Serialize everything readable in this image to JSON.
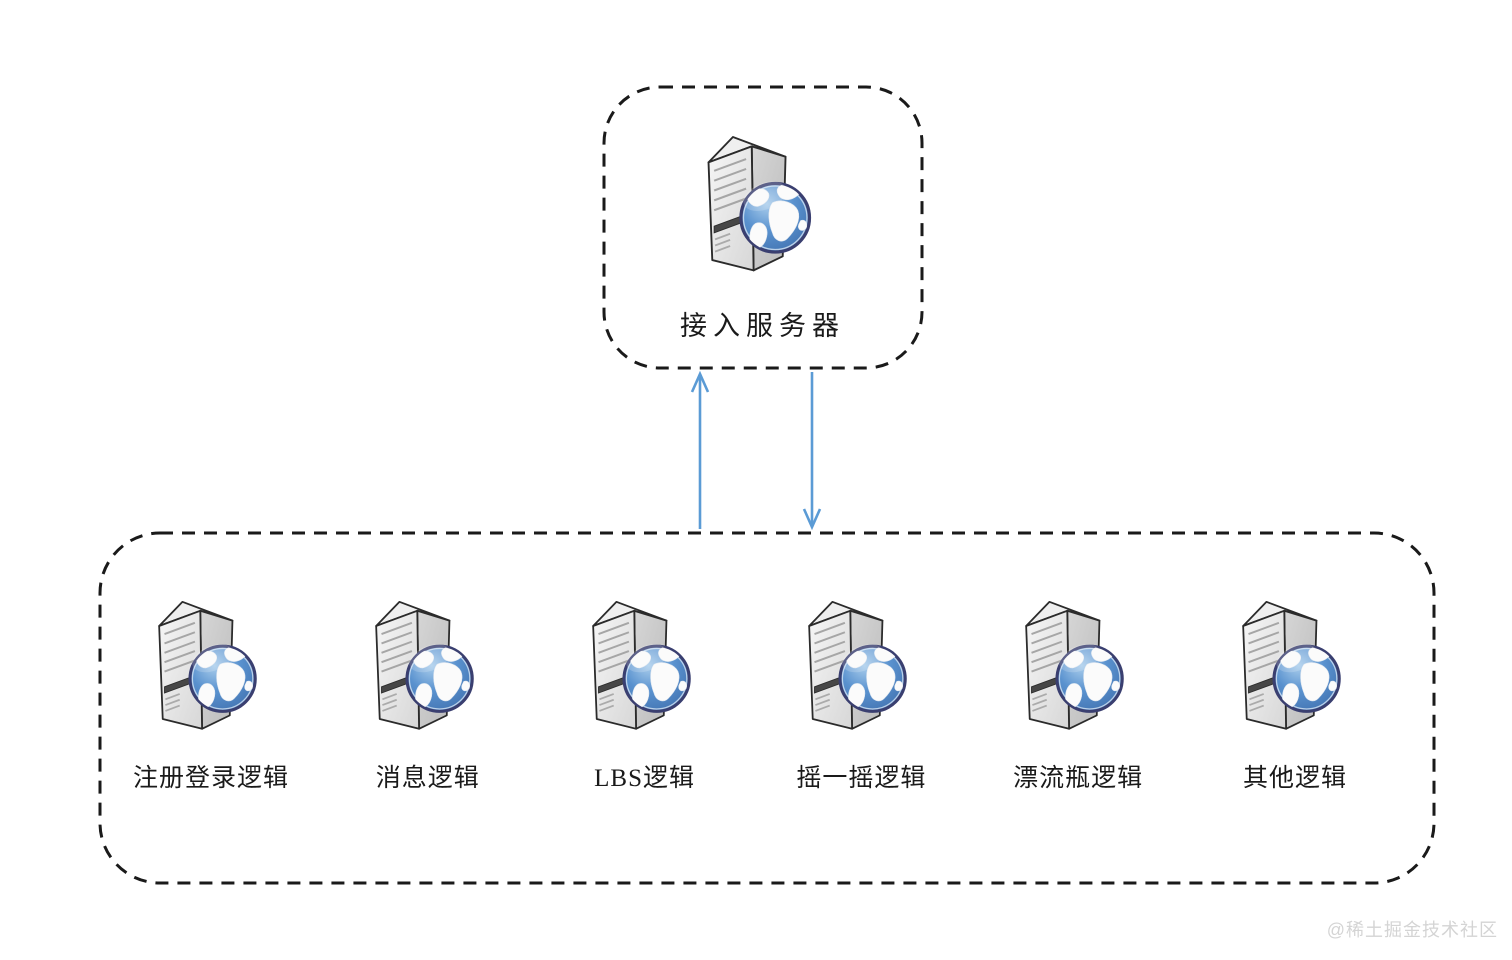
{
  "diagram": {
    "top_group": {
      "label": "接入服务器",
      "icon": "server-globe-icon"
    },
    "bottom_group": {
      "nodes": [
        {
          "label": "注册登录逻辑",
          "icon": "server-globe-icon"
        },
        {
          "label": "消息逻辑",
          "icon": "server-globe-icon"
        },
        {
          "label": "LBS逻辑",
          "icon": "server-globe-icon"
        },
        {
          "label": "摇一摇逻辑",
          "icon": "server-globe-icon"
        },
        {
          "label": "漂流瓶逻辑",
          "icon": "server-globe-icon"
        },
        {
          "label": "其他逻辑",
          "icon": "server-globe-icon"
        }
      ]
    },
    "arrows": [
      {
        "direction": "up",
        "from": "bottom-group",
        "to": "top-group"
      },
      {
        "direction": "down",
        "from": "top-group",
        "to": "bottom-group"
      }
    ],
    "colors": {
      "arrow_blue": "#5b9bd5",
      "dashed_border": "#1a1a1a",
      "label_text": "#1a1a1a",
      "globe_ocean": "#4880c0",
      "globe_ring": "#3a3f70",
      "server_body": "#e4e4e4",
      "watermark_gray": "#d4d4d4",
      "background": "#ffffff"
    }
  },
  "watermark": "@稀土掘金技术社区"
}
